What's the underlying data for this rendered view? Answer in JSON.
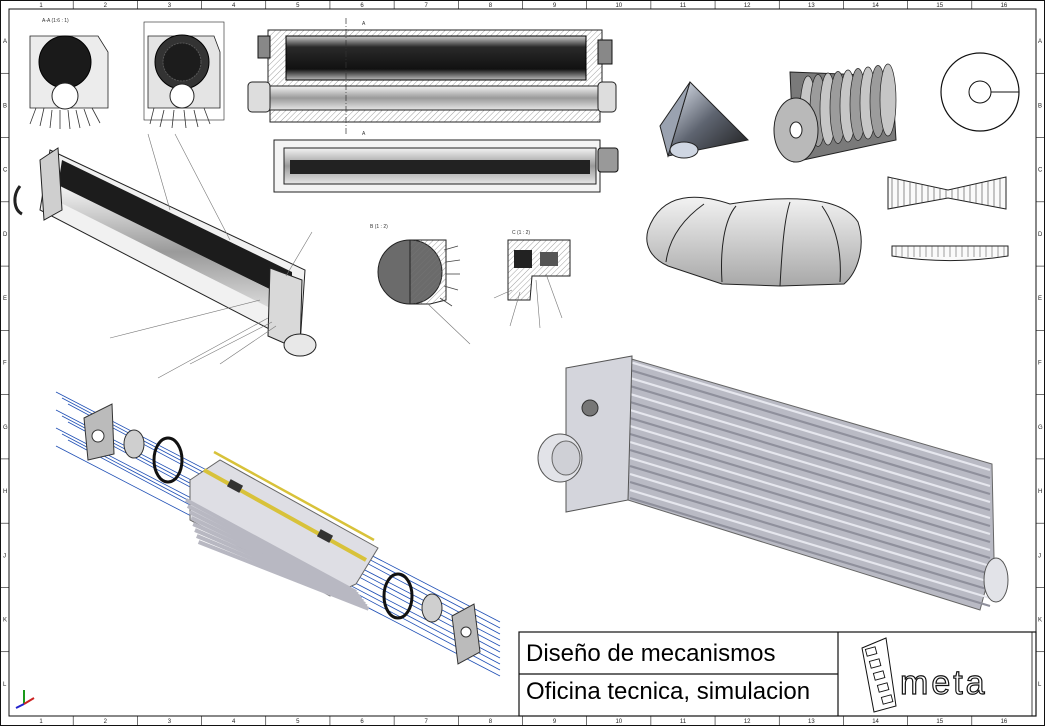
{
  "title_block": {
    "line1": "Diseño de mecanismos",
    "line2": "Oficina tecnica, simulacion",
    "logo_text": "meta"
  },
  "zones": {
    "columns": [
      "1",
      "2",
      "3",
      "4",
      "5",
      "6",
      "7",
      "8",
      "9",
      "10",
      "11",
      "12",
      "13",
      "14",
      "15",
      "16"
    ],
    "rows": [
      "A",
      "B",
      "C",
      "D",
      "E",
      "F",
      "G",
      "H",
      "J",
      "K",
      "L"
    ]
  },
  "view_labels": {
    "section_aa": "A-A (1:6 : 1)",
    "detail_b": "B (1 : 2)",
    "detail_c": "C (1 : 2)",
    "section_marker": "A"
  },
  "colors": {
    "frame": "#111111",
    "fins": "#c9cbd3",
    "wire": "#1f4fb5",
    "accent": "#d8c23a"
  }
}
